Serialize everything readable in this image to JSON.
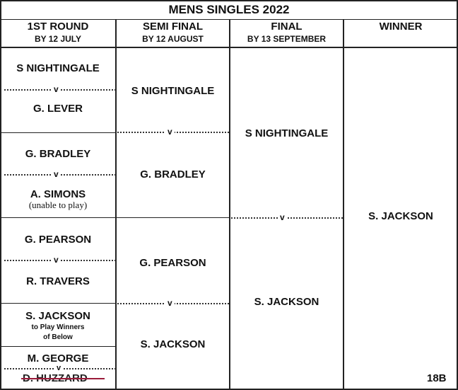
{
  "title": "MENS SINGLES  2022",
  "columns": [
    {
      "header": "1ST ROUND",
      "deadline": "BY 12 JULY"
    },
    {
      "header": "SEMI FINAL",
      "deadline": "BY 12 AUGUST"
    },
    {
      "header": "FINAL",
      "deadline": "BY 13 SEPTEMBER"
    },
    {
      "header": "WINNER",
      "deadline": ""
    }
  ],
  "versus": "v",
  "round1": {
    "match1": {
      "player_a": "S NIGHTINGALE",
      "player_b": "G. LEVER"
    },
    "match2": {
      "player_a": "G. BRADLEY",
      "player_b": "A. SIMONS",
      "note_b": "(unable to play)"
    },
    "match3": {
      "player_a": "G. PEARSON",
      "player_b": "R. TRAVERS"
    },
    "bye": {
      "player": "S. JACKSON",
      "note_line1": "to Play Winners",
      "note_line2": "of Below"
    },
    "match4": {
      "player_a": "M. GEORGE",
      "player_b_struck": "D. HUZZARD"
    }
  },
  "semi_final": {
    "match1": {
      "player_a": "S NIGHTINGALE",
      "player_b": "G. BRADLEY"
    },
    "match2": {
      "player_a": "G. PEARSON",
      "player_b": "S. JACKSON"
    }
  },
  "final": {
    "player_a": "S NIGHTINGALE",
    "player_b": "S. JACKSON"
  },
  "winner": "S. JACKSON",
  "page_code": "18B",
  "colors": {
    "strike": "#9b1b3a",
    "grid": "#222222",
    "background": "#ffffff"
  }
}
